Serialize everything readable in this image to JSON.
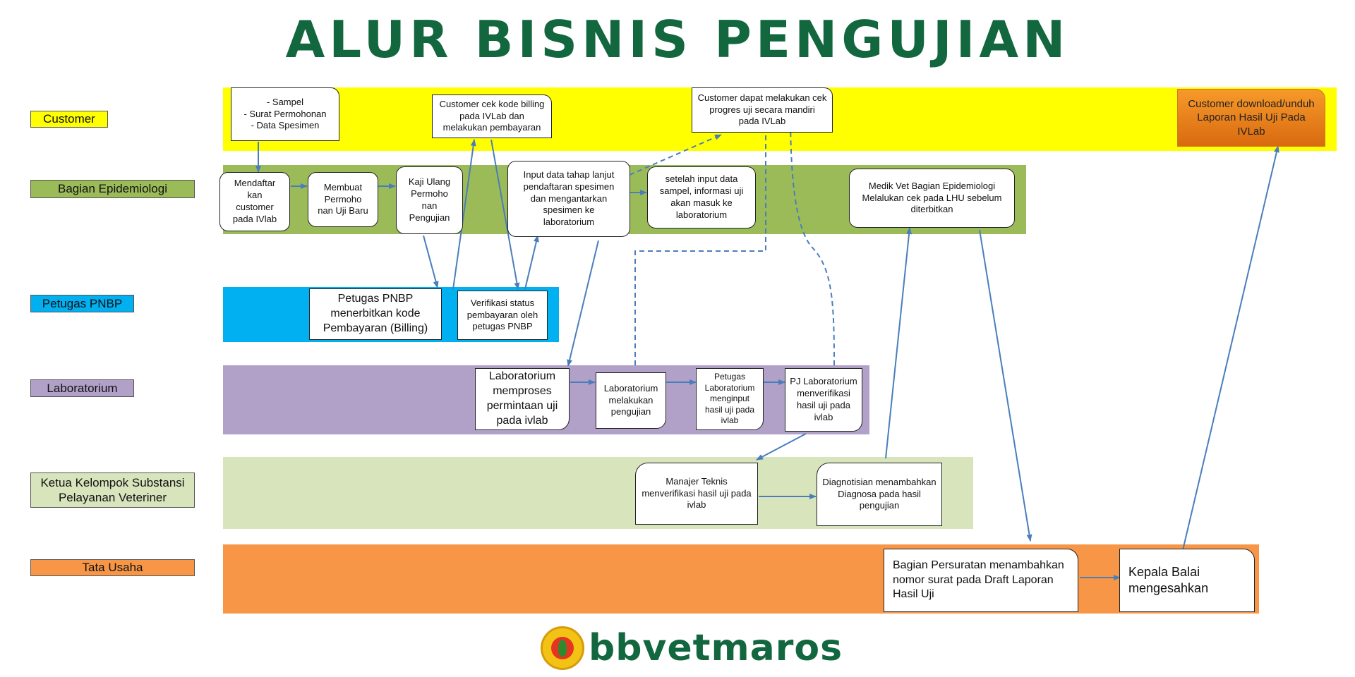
{
  "title": "ALUR BISNIS PENGUJIAN",
  "colors": {
    "title": "#12673f",
    "customer_lane": "#ffff00",
    "epidemiologi_lane": "#9bbb59",
    "pnbp_lane": "#00b0f0",
    "laboratorium_lane": "#b1a0c7",
    "ketua_lane": "#d8e4bc",
    "tata_usaha_lane": "#f79646",
    "arrow": "#4a7ebb"
  },
  "lanes": {
    "customer": "Customer",
    "epidemiologi": "Bagian Epidemiologi",
    "pnbp": "Petugas PNBP",
    "laboratorium": "Laboratorium",
    "ketua": "Ketua Kelompok Substansi\nPelayanan Veteriner",
    "tata_usaha": "Tata Usaha"
  },
  "boxes": {
    "sampel": "- Sampel\n- Surat Permohonan\n- Data Spesimen",
    "cek_billing": "Customer cek kode billing\npada IVLab dan\nmelakukan pembayaran",
    "cek_progres": "Customer dapat melakukan cek\nprogres  uji secara mandiri\npada IVLab",
    "download": "Customer download/unduh\nLaporan Hasil Uji Pada\nIVLab",
    "mendaftar": "Mendaftar\nkan\ncustomer\npada IVlab",
    "membuat": "Membuat\nPermoho\nnan Uji Baru",
    "kaji_ulang": "Kaji Ulang\nPermoho\nnan\nPengujian",
    "input_lanjut": "Input data tahap lanjut\npendaftaran spesimen\ndan mengantarkan\nspesimen ke\nlaboratorium",
    "setelah_input": "setelah input data\nsampel, informasi uji\nakan masuk ke\nlaboratorium",
    "medik_vet": "Medik Vet Bagian Epidemiologi\nMelalukan  cek pada LHU sebelum\nditerbitkan",
    "petugas_billing": "Petugas PNBP\nmenerbitkan kode\nPembayaran (Billing)",
    "verifikasi_bayar": "Verifikasi status\npembayaran oleh\npetugas PNBP",
    "lab_proses": "Laboratorium\nmemproses\npermintaan uji\npada ivlab",
    "lab_uji": "Laboratorium\nmelakukan\npengujian",
    "petugas_lab": "Petugas\nLaboratorium\nmenginput\nhasil uji pada\nivlab",
    "pj_lab": "PJ Laboratorium\nmenverifikasi\nhasil uji pada\nivlab",
    "manajer": "Manajer Teknis\nmenverifikasi hasil uji pada\nivlab",
    "diagnotisian": "Diagnotisian menambahkan\nDiagnosa pada hasil\npengujian",
    "persuratan": "Bagian Persuratan menambahkan\nnomor surat pada Draft Laporan\nHasil Uji",
    "kepala": "Kepala Balai\nmengesahkan"
  },
  "logo": {
    "text": "bbvetmaros"
  }
}
